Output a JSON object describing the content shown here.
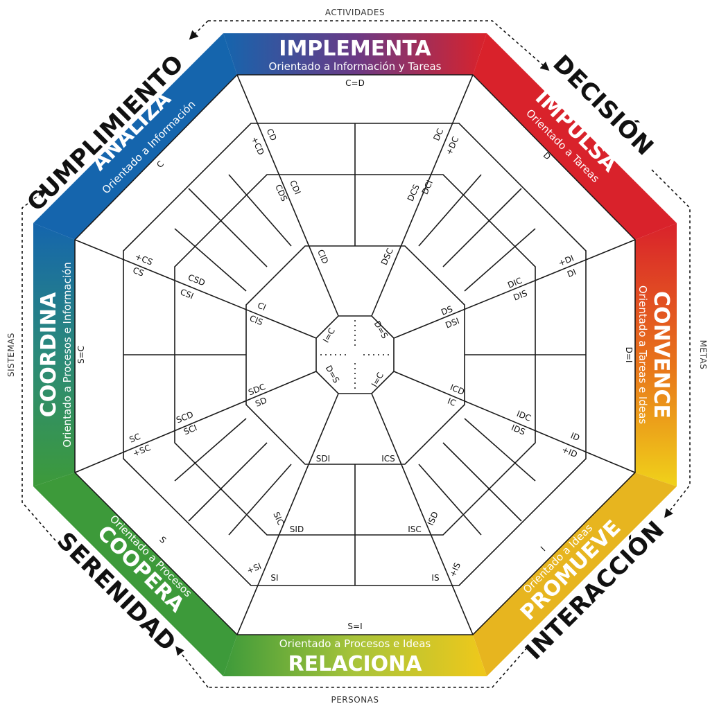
{
  "sides": {
    "top": "ACTIVIDADES",
    "right": "METAS",
    "bottom": "PERSONAS",
    "left": "SISTEMAS"
  },
  "corners": {
    "cumplimiento": "CUMPLIMIENTO",
    "decision": "DECISIÓN",
    "interaccion": "INTERACCIÓN",
    "serenidad": "SERENIDAD"
  },
  "bands": {
    "implementa": {
      "title": "IMPLEMENTA",
      "subtitle": "Orientado a Información y Tareas"
    },
    "impulsa": {
      "title": "IMPULSA",
      "subtitle": "Orientado a Tareas"
    },
    "convence": {
      "title": "CONVENCE",
      "subtitle": "Orientado a Tareas e Ideas"
    },
    "promueve": {
      "title": "PROMUEVE",
      "subtitle": "Orientado a Ideas"
    },
    "relaciona": {
      "title": "RELACIONA",
      "subtitle": "Orientado a Procesos e Ideas"
    },
    "coopera": {
      "title": "COOPERA",
      "subtitle": "Orientado a Procesos"
    },
    "coordina": {
      "title": "COORDINA",
      "subtitle": "Orientado a Procesos e Información"
    },
    "analiza": {
      "title": "ANALIZA",
      "subtitle": "Orientado a Información"
    }
  },
  "colors": {
    "blue": "#1565ad",
    "red": "#d9222b",
    "purple_red": "#a2326a",
    "orange": "#e8761a",
    "yellow": "#f0d21a",
    "green": "#3d9a3a",
    "lime": "#8cbf2e",
    "gold": "#e7b51f"
  },
  "labels": {
    "c_eq_d": "C=D",
    "d_eq_i": "D=I",
    "s_eq_i": "S=I",
    "s_eq_c": "S=C",
    "d": "D",
    "i": "I",
    "s": "S",
    "c": "C",
    "cd_plus": "+CD",
    "cd": "CD",
    "dc": "DC",
    "dc_plus": "+DC",
    "cdi": "CDI",
    "cds": "CDS",
    "dcs": "DCS",
    "dci": "DCI",
    "cid": "CID",
    "dsc": "DSC",
    "di_plus": "+DI",
    "di": "DI",
    "dic": "DIC",
    "dis": "DIS",
    "ds": "DS",
    "dsi": "DSI",
    "icd": "ICD",
    "ic": "IC",
    "idc": "IDC",
    "ids": "IDS",
    "id": "ID",
    "id_plus": "+ID",
    "ics": "ICS",
    "isd": "ISD",
    "isc": "ISC",
    "is": "IS",
    "is_plus": "+IS",
    "sdi": "SDI",
    "sic": "SIC",
    "sid": "SID",
    "si_plus": "+SI",
    "si": "SI",
    "sdc": "SDC",
    "sd": "SD",
    "scd": "SCD",
    "sci": "SCI",
    "sc": "SC",
    "sc_plus": "+SC",
    "cs_plus": "+CS",
    "cs": "CS",
    "csd": "CSD",
    "csi": "CSI",
    "ci": "CI",
    "cis": "CIS",
    "center_ic": "I=C",
    "center_ds": "D=S",
    "center_ds2": "D=S",
    "center_ic2": "I=C"
  }
}
